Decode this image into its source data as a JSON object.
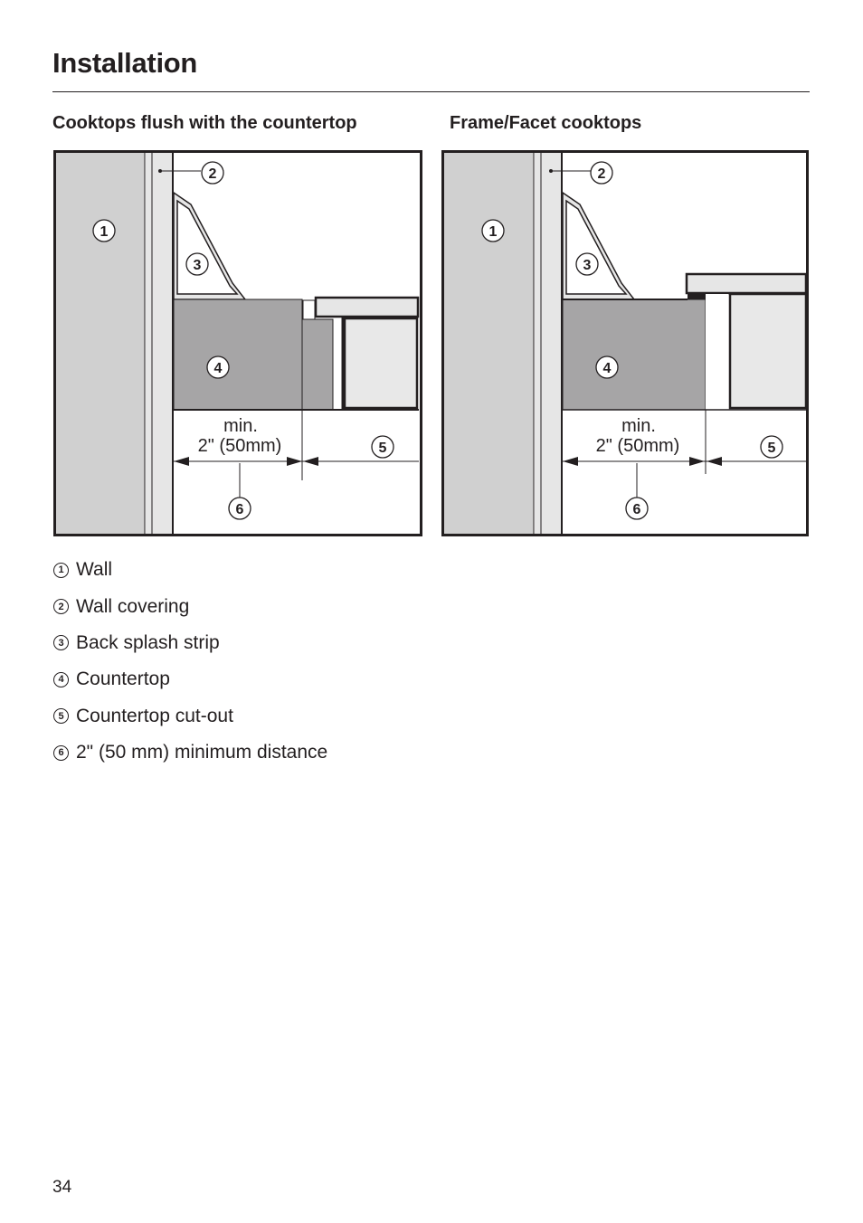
{
  "page": {
    "title": "Installation",
    "page_number": "34"
  },
  "figures": [
    {
      "heading": "Cooktops flush with the countertop",
      "callouts": [
        "1",
        "2",
        "3",
        "4",
        "5",
        "6"
      ],
      "dimension": {
        "line1": "min.",
        "line2": "2\" (50mm)"
      }
    },
    {
      "heading": "Frame/Facet cooktops",
      "callouts": [
        "1",
        "2",
        "3",
        "4",
        "5",
        "6"
      ],
      "dimension": {
        "line1": "min.",
        "line2": "2\" (50mm)"
      }
    }
  ],
  "legend": [
    {
      "num": "1",
      "label": "Wall"
    },
    {
      "num": "2",
      "label": "Wall covering"
    },
    {
      "num": "3",
      "label": "Back splash strip"
    },
    {
      "num": "4",
      "label": "Countertop"
    },
    {
      "num": "5",
      "label": "Countertop cut-out"
    },
    {
      "num": "6",
      "label": "2\" (50 mm) minimum distance"
    }
  ],
  "colors": {
    "wall": "#d0d0d0",
    "covering": "#e6e6e6",
    "countertop": "#a6a5a6",
    "cooktop": "#e8e8e8",
    "line": "#231f20"
  }
}
